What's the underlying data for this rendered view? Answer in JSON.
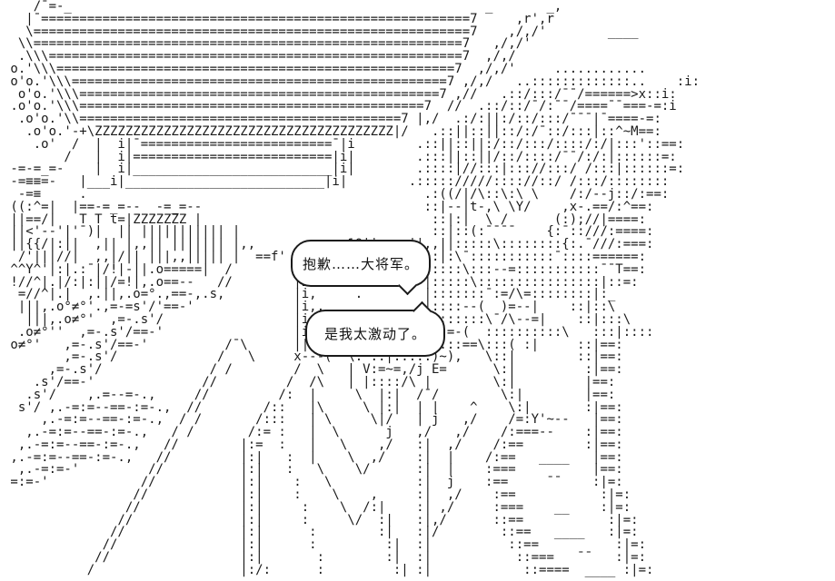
{
  "scene": {
    "type": "ascii-art-dialogue-scene",
    "background_color": "#ffffff",
    "ink_color": "#1a1a1a"
  },
  "dialogue": [
    {
      "text": "抱歉……大将军。"
    },
    {
      "text": "是我太激动了。"
    }
  ],
  "ascii_art": {
    "lines": [
      "    /¯=-_                                                      _       _,",
      "   |¯========================================================7     ,r',r",
      "   \\=========================================================7    ,/,/'        ____",
      "  \\\\========================================================7   ,/,/'",
      "  .\\\\\\======================================================7  ,/,/",
      " o.'\\\\\\====================================================7  ,/,/'     ............",
      " o'o.'\\\\\\=================================================7 ,/,/   ..:::::::::::::..    :i:",
      "  o'o.'\\\\\\===============================================7 ,//   .::/:::/¯¯/======>x::i:",
      " .o'o.'\\\\\\=============================================7  //  .::/::/¯/:¯¯/====¯¯===-=:i",
      "  .o'o.'\\\\==========================================7 |,/  .:/:||:/::/:::/¯¯¯|¯====-=:",
      "   .o'o.'-+\\ZZZZZZZZZZZZZZZZZZZZZZZZZZZZZZZZZZZZZZZ|/   .::||::||::/:/¯::/:::|::^~M==:",
      "    .o'  /  |  i|¯=========================¯|i        .::||::||:/::/:::/::::/:/|:::'::==:",
      "        /   |  i|==========================|i|        .:::||::||/::/::::/¯¯/:/:|::::::=:",
      " -=-=_=-    |  i|__________________________|i|        .::::|//:::|::://:::/ /:::|::::::=:",
      " -=≡≡=-   |___i|__________________________|i|        .::::://///:::://::/ /:::/::::::::",
      "  -=≡     .                                            .:((/|/\\::\\:\\ \\    /:/--j::/:==:",
      " ((:^=|  |==-=_=--  -=_=--                             ::|--|t-,\\ \\Y/    ,x-.==/:^==:",
      " ||==/|   T T t=|ZZZZZZZ |                              ::|:|  \\ /      (:);//|====:",
      " ||<'--'|'¯)|  || ||||||||||| |                         ::|::(:¯¯¯¯    {:¯::///:====:",
      " ||{{/|:||  ,|| |,,|| ||||||| |,,      --=_=z1Ω||    ||,,||:::::\\::::::::{:.¯///:===:",
      "  /'|||//|  ,,|/|| |||,,||||| |  ==f'                  ::|:\\¯:::::::::::¯::::======:",
      " ^^Y^'|:|.:¯|/!|-||.o=====|  /                         |::::\\:::--=:::::::::::¯¯T==:",
      " !//^|.|/:|:||/=!|,.o==--   //        |i               |:::::\\::::::::::::::::|::=:",
      "  =//^|.|  ,.||,.o=°.,==-,.s,         |i,     .        |:::::::¯:=/\\=::::::::|:_",
      "  |||,.o°≠°'.,=-=s'/'==-'             |i,,             |::::--(  )=--|    ::|::\\",
      "   |||,.o≠°'  ,=-.s'/                 |i,              ::::::::\\¯/\\--=|    ::|:::\\",
      "  .o≠°''  ,=-.s'/==-'                 |i,,      /:¯\\--==--=-(  ::::::::::\\   :::|::::",
      " o≠°'   ,=-.s'/==-'          /¯\\      ||,      / --==\\  ::::==\\:::( :|     ::|==:",
      "        ,=-.s'/             /   \\     x---( ¯\\:¯::|:::::)~),   \\::|        ::|==:",
      "      ,=-.s'/              / /        /  \\   | V:=~=,/j E=      \\:|         :|==:",
      "    .s'/==-'              //         /  /\\   | |::::/\\ |        \\:|         |==:",
      "   .s'/    ,.=--=-.,     //         /:  |     \\  |:|  /¯/        \\:|        |==:",
      "  s'/ ,.-=:=--==-:=-.,  //        /::   |\\     \\ |:|  | |    ^    \\:|       :|==:",
      "     ,.-=:=--==-:=-.,  / /       /:::   | \\     \\|/   | j   ,/    /=:Y'~--   |==:",
      "   ,.-=:=--==-:=-.,   / /       /:= :   |  \\      j   ,/   ,/    /:===--    :|==:",
      "  ,.-=:=--==-:=-.,   //        |:=  :   |   \\    ,/   :|  ,/    /:==        :|==:",
      " ,.-=:=--==-:=-.,   //         |:|   :  |    \\  ,/    :|  |    /:==   ____   |==:",
      "  ,.-=:=-'         //          |:|   :   \\    \\/      :|  |    :===          |==:",
      " =:=-'            //           |:|    :   \\           :|  j    :==     ¯¯    :|=:",
      "                 //            |:|    :    \\    ,     :|  ,/    :==           :|=:",
      "                //             |:|     :    \\  /:|    :| ,/     :===    __    :|=:",
      "               //              |:|     :     \\/  :|   :|,/      ::==           :|=:",
      "              //               |:|      :        :|   :|/        ::==   ____   :|=:",
      "             //                |:|      :         :|  :|          ::==          :|=:",
      "            //                 |:|       :        :|  :|           ::===   ¯¯   :|=:",
      "           /                   |:/:      :         :| :|            ::====  ____ :|=:"
    ]
  }
}
